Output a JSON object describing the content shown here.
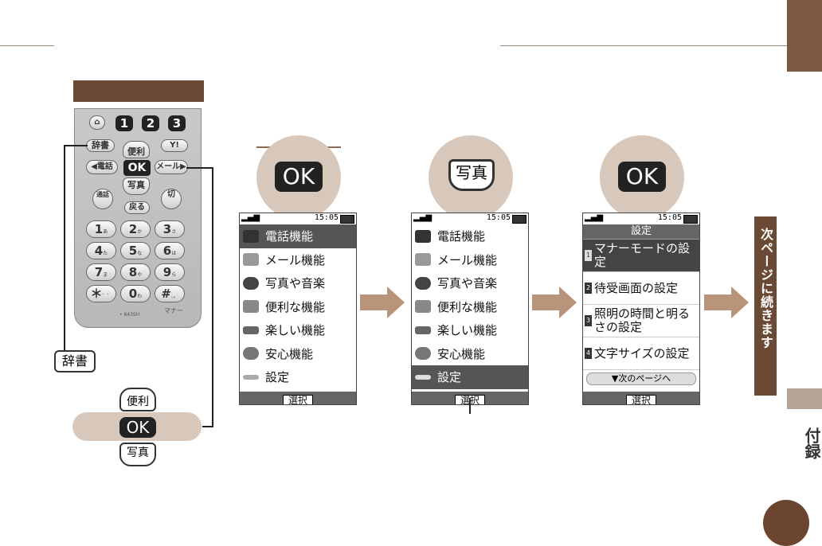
{
  "tab_nav": {
    "next_page": "次ページに続きます",
    "appendix": "付録"
  },
  "keypad": {
    "keys_top": [
      "1",
      "2",
      "3"
    ],
    "jisho": "辞書",
    "benri": "便利",
    "denwa": "◀電話",
    "ok": "OK",
    "mail": "メール▶",
    "yahoo": "Y!",
    "shashin": "写真",
    "tsuwa": "通話",
    "modoru": "戻る",
    "kiru": "切",
    "digits": [
      {
        "d": "1",
        "k": "あ"
      },
      {
        "d": "2",
        "k": "か"
      },
      {
        "d": "3",
        "k": "さ"
      },
      {
        "d": "4",
        "k": "た"
      },
      {
        "d": "5",
        "k": "な"
      },
      {
        "d": "6",
        "k": "は"
      },
      {
        "d": "7",
        "k": "ま"
      },
      {
        "d": "8",
        "k": "や"
      },
      {
        "d": "9",
        "k": "ら"
      },
      {
        "d": "＊",
        "k": "゛゜"
      },
      {
        "d": "0",
        "k": "わ"
      },
      {
        "d": "#",
        "k": "、。"
      }
    ],
    "manner": "マナー",
    "model": "• 843SH"
  },
  "labels": {
    "jisho": "辞書",
    "benri": "便利",
    "ok": "OK",
    "shashin": "写真"
  },
  "step_buttons": [
    "OK",
    "写真",
    "OK"
  ],
  "status": {
    "time": "15:05"
  },
  "menu": {
    "items": [
      "電話機能",
      "メール機能",
      "写真や音楽",
      "便利な機能",
      "楽しい機能",
      "安心機能",
      "設定"
    ],
    "softkey": "選択"
  },
  "settings": {
    "title": "設定",
    "items": [
      {
        "num": "1",
        "label": "マナーモードの設定"
      },
      {
        "num": "2",
        "label": "待受画面の設定"
      },
      {
        "num": "3",
        "label": "照明の時間と明るさの設定"
      },
      {
        "num": "4",
        "label": "文字サイズの設定"
      }
    ],
    "next_page": "▼次のページへ",
    "softkey": "選択"
  },
  "colors": {
    "brown": "#6b4a35",
    "beige": "#d8c8bb",
    "screen_sel": "#555555"
  }
}
